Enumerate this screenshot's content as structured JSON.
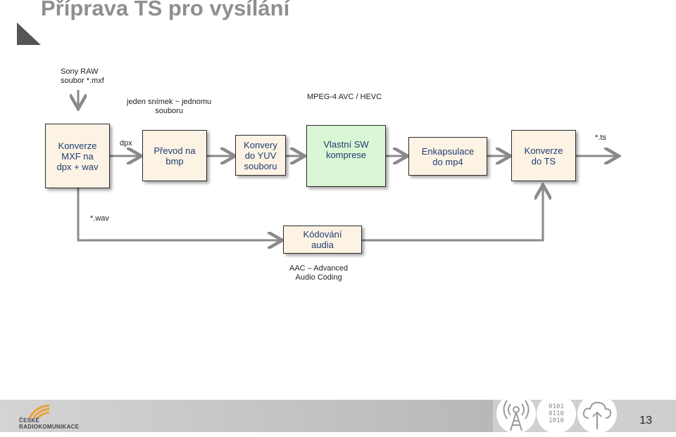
{
  "title": "Příprava TS pro vysílání",
  "annotations": {
    "source": "Sony RAW\nsoubor *.mxf",
    "frame": "jeden snímek ~ jednomu\nsouboru",
    "codec": "MPEG-4 AVC / HEVC",
    "dpx": "dpx",
    "ts": "*.ts",
    "wav": "*.wav",
    "aac": "AAC – Advanced\nAudio Coding"
  },
  "boxes": {
    "mxf": "Konverze\nMXF na\ndpx + wav",
    "bmp": "Převod na\nbmp",
    "yuv": "Konvery\ndo YUV\nsouboru",
    "sw": "Vlastní SW\nkomprese",
    "mp4": "Enkapsulace\ndo mp4",
    "ts": "Konverze\ndo TS",
    "audio": "Kódování\naudia"
  },
  "footer": {
    "logo": "ČESKÉ\nRADIOKOMUNIKACE",
    "binary_text": "0101\n0110\n1010",
    "page_number": "13"
  },
  "icons": [
    "antenna-icon",
    "binary-icon",
    "cloud-upload-icon"
  ]
}
